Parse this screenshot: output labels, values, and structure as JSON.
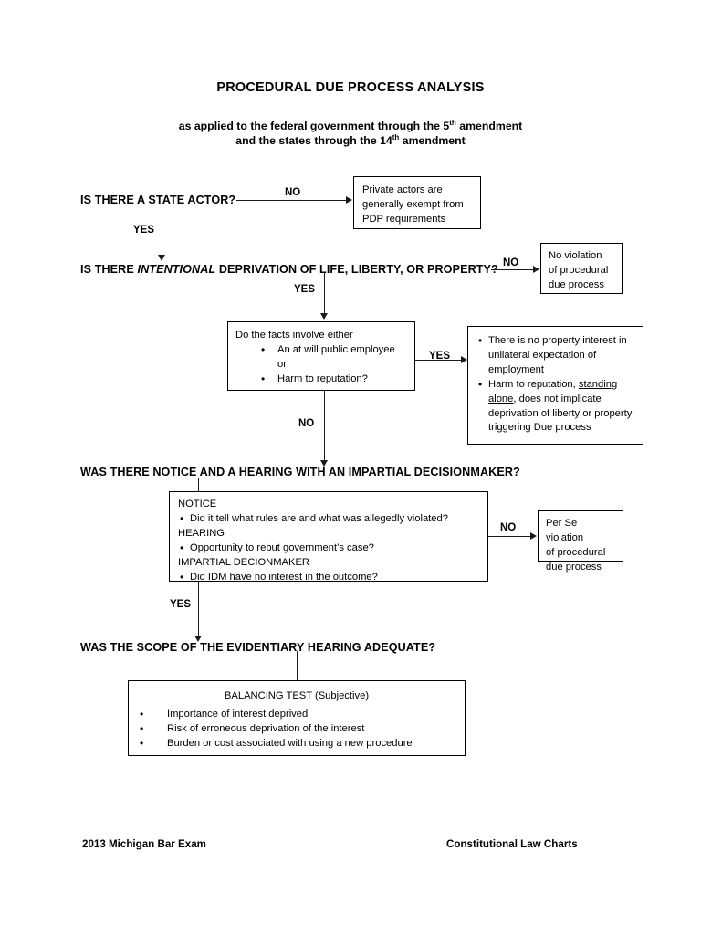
{
  "document": {
    "title": "PROCEDURAL DUE PROCESS ANALYSIS",
    "subtitle_line1_pre": "as applied to the federal government through the 5",
    "subtitle_line1_sup": "th",
    "subtitle_line1_post": " amendment",
    "subtitle_line2_pre": "and the states through the 14",
    "subtitle_line2_sup": "th",
    "subtitle_line2_post": " amendment"
  },
  "questions": {
    "q1": "IS THERE A STATE ACTOR?",
    "q2_pre": "IS THERE ",
    "q2_italic": "INTENTIONAL",
    "q2_post": " DEPRIVATION OF LIFE, LIBERTY, OR PROPERTY?",
    "q3": "WAS THERE NOTICE AND A HEARING WITH AN IMPARTIAL DECISIONMAKER?",
    "q4": "WAS THE SCOPE OF THE EVIDENTIARY HEARING ADEQUATE?"
  },
  "edges": {
    "q1_no": "NO",
    "q1_yes": "YES",
    "q2_no": "NO",
    "q2_yes": "YES",
    "facts_yes": "YES",
    "facts_no": "NO",
    "q3_no": "NO",
    "q3_yes": "YES"
  },
  "boxes": {
    "private_actors": {
      "line1": "Private actors are",
      "line2": "generally exempt from",
      "line3": "PDP requirements"
    },
    "no_violation": {
      "line1": "No violation",
      "line2": "of procedural",
      "line3": "due process"
    },
    "facts": {
      "heading": "Do the facts involve either",
      "bullet1": "An at will public employee",
      "connector": "or",
      "bullet2": "Harm to reputation?"
    },
    "property_interest": {
      "bullet1": "There is no property interest in unilateral expectation of employment",
      "bullet2_pre": "Harm to reputation, ",
      "bullet2_underline": "standing alone",
      "bullet2_post": ", does not implicate deprivation of liberty or property triggering Due process"
    },
    "notice_hearing": {
      "notice_heading": "NOTICE",
      "notice_bullet": "Did it tell what rules are and what was allegedly violated?",
      "hearing_heading": "HEARING",
      "hearing_bullet": "Opportunity to rebut government’s case?",
      "impartial_heading": "IMPARTIAL DECIONMAKER",
      "impartial_bullet": "Did IDM have no interest in the outcome?"
    },
    "per_se": {
      "line1": "Per Se violation",
      "line2": "of procedural",
      "line3": "due process"
    },
    "balancing": {
      "heading": "BALANCING TEST (Subjective)",
      "bullet1": "Importance of interest deprived",
      "bullet2": "Risk of erroneous deprivation of the interest",
      "bullet3": "Burden or cost associated with using a new procedure"
    }
  },
  "footer": {
    "left": "2013 Michigan Bar Exam",
    "right": "Constitutional Law Charts"
  }
}
